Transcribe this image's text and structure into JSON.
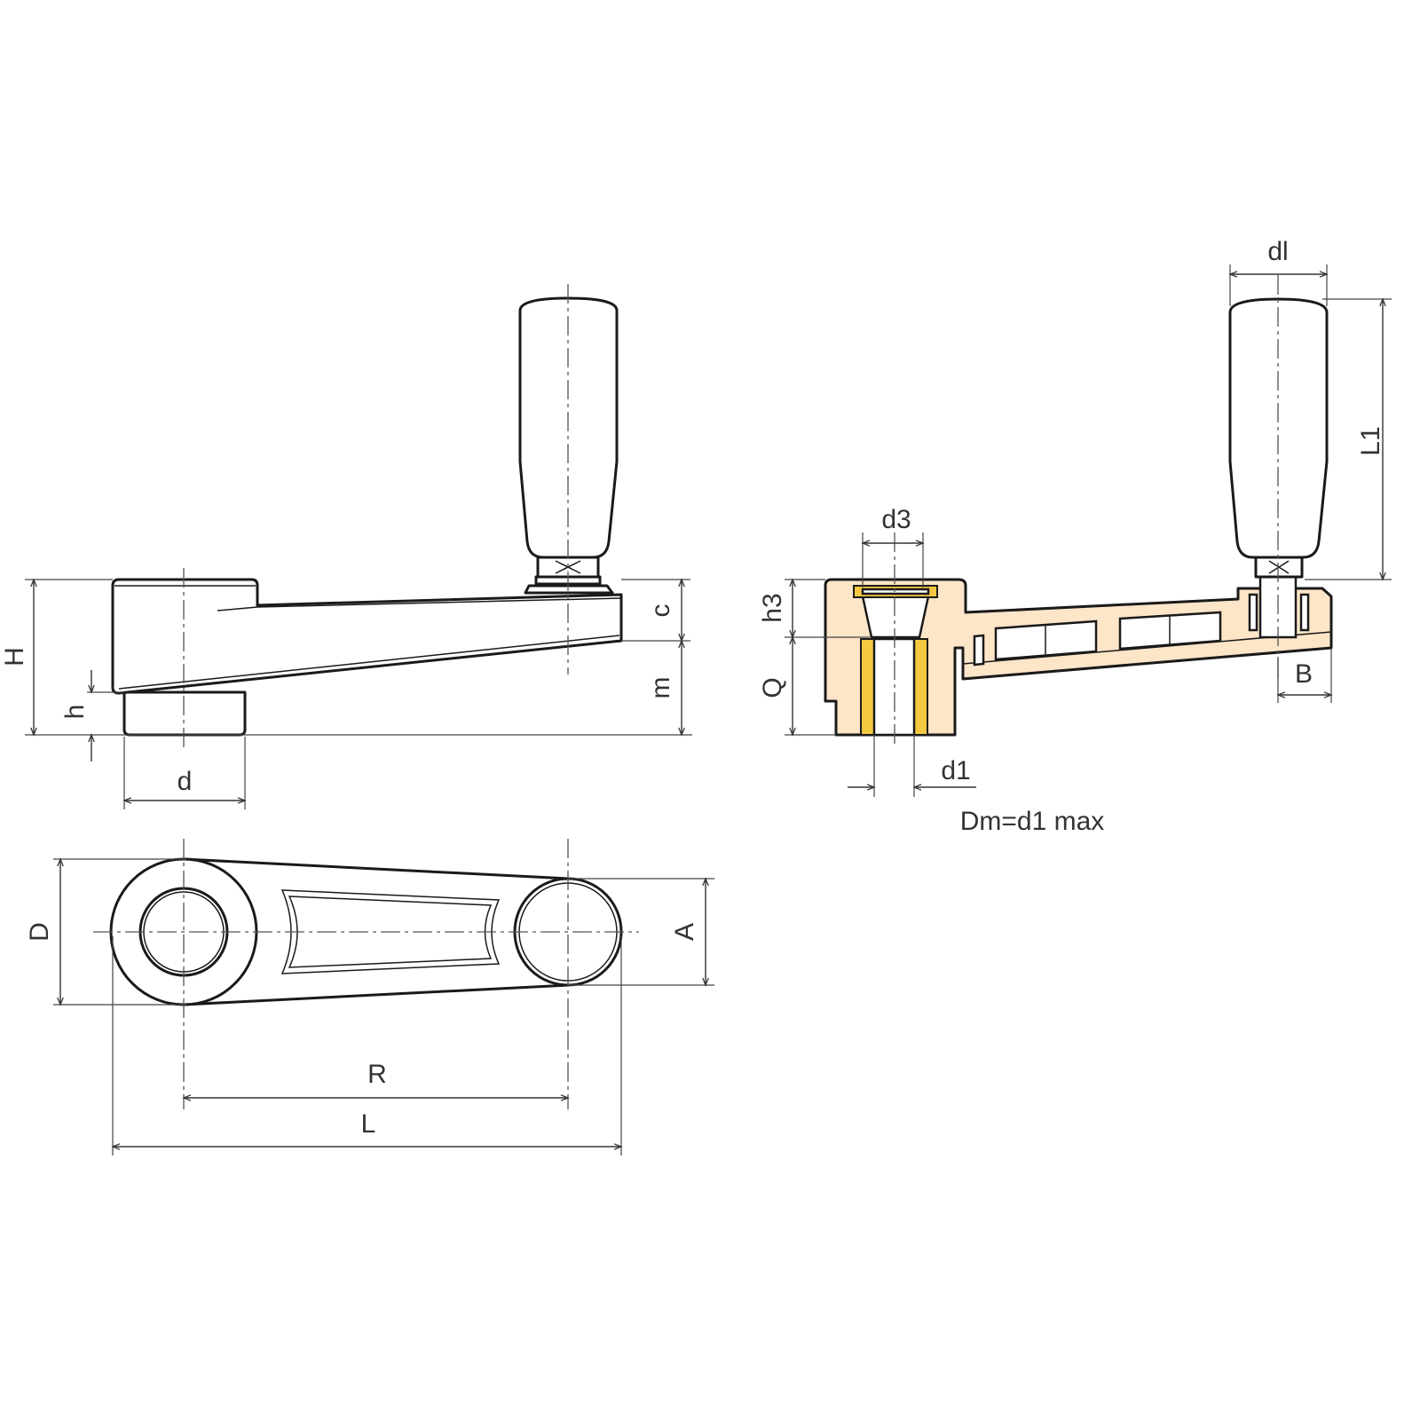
{
  "title": "Crank handle with revolving grip — dimension drawing",
  "colors": {
    "section_fill": "#fde5c8",
    "insert_fill": "#f5c842",
    "line": "#1a1a1a"
  },
  "side_view": {
    "H": "H",
    "h": "h",
    "d": "d",
    "c": "c",
    "m": "m"
  },
  "top_view": {
    "D": "D",
    "A": "A",
    "R": "R",
    "L": "L"
  },
  "section_view": {
    "dl": "dl",
    "L1": "L1",
    "d3": "d3",
    "h3": "h3",
    "Q": "Q",
    "d1": "d1",
    "B": "B",
    "note": "Dm=d1 max"
  }
}
